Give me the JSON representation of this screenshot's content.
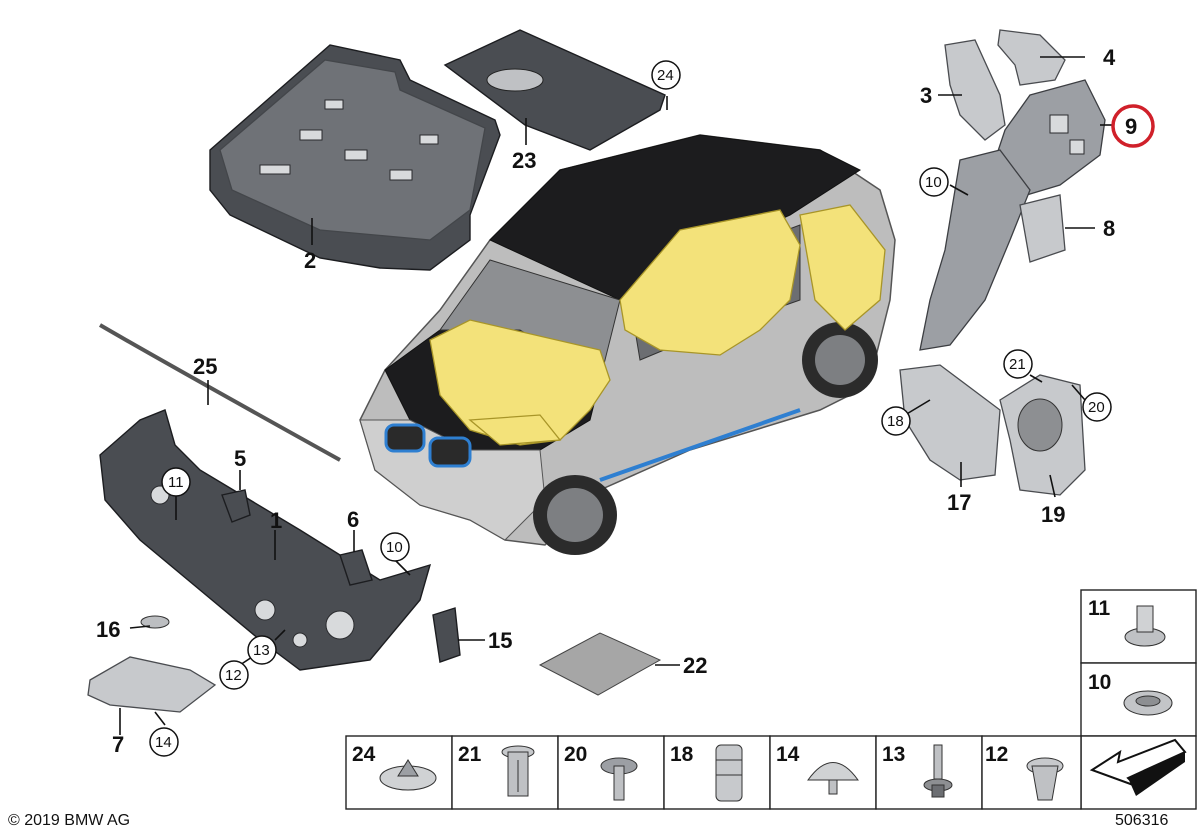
{
  "diagram": {
    "callouts": {
      "c1": "1",
      "c2": "2",
      "c3": "3",
      "c4": "4",
      "c5": "5",
      "c6": "6",
      "c7": "7",
      "c8": "8",
      "c9": "9",
      "c10a": "10",
      "c10b": "10",
      "c11": "11",
      "c12": "12",
      "c13": "13",
      "c14": "14",
      "c15": "15",
      "c16": "16",
      "c17": "17",
      "c18": "18",
      "c19": "19",
      "c20": "20",
      "c21": "21",
      "c22": "22",
      "c23": "23",
      "c24": "24",
      "c25": "25"
    },
    "highlight_color": "#d0202a",
    "highlighted_callout": "9"
  },
  "fastener_legend": {
    "right_column": [
      "11",
      "10"
    ],
    "bottom_row": [
      "24",
      "21",
      "20",
      "18",
      "14",
      "13",
      "12"
    ]
  },
  "footer": {
    "copyright": "© 2019 BMW AG",
    "diagram_id": "506316"
  }
}
